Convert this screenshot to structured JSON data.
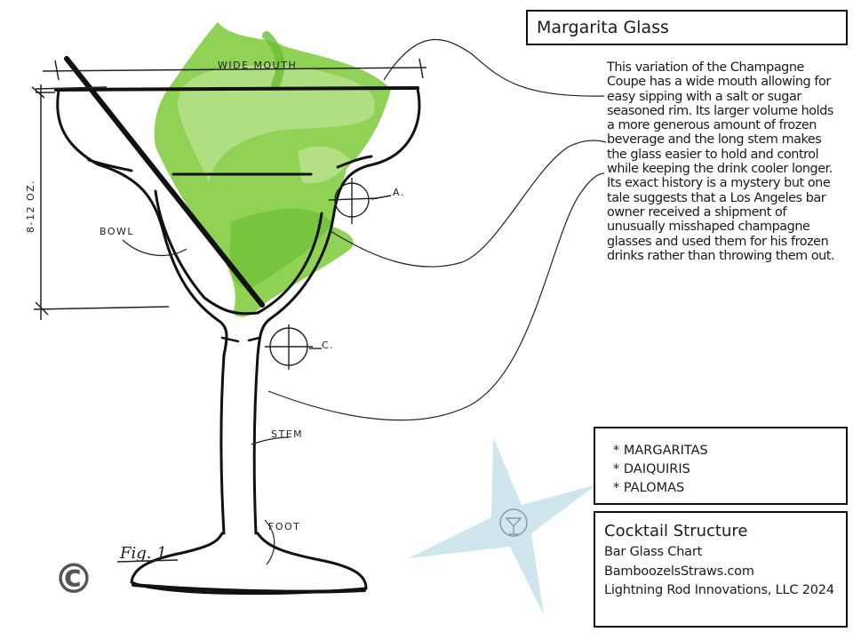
{
  "title": "Margarita Glass",
  "description": "This variation of the Champagne Coupe has a wide mouth allowing for easy sipping with a salt or sugar seasoned rim. Its larger volume holds a more generous amount of frozen beverage and the long stem makes the glass easier to hold and control while keeping the drink cooler longer. Its exact history is a mystery but one tale suggests that a Los Angeles bar owner received a shipment of unusually misshaped champagne glasses and used them for his frozen drinks rather than throwing them out.",
  "sketch": {
    "wide_mouth": "WIDE MOUTH",
    "volume": "8-12 OZ.",
    "bowl": "BOWL",
    "stem": "STEM",
    "foot": "FOOT",
    "marker_a": "A.",
    "marker_c": "C.",
    "fig": "Fig. 1",
    "copyright": "©"
  },
  "drinks": [
    "* MARGARITAS",
    "* DAIQUIRIS",
    "* PALOMAS"
  ],
  "credits": {
    "title": "Cocktail Structure",
    "lines": [
      "Bar Glass Chart",
      "BamboozelsStraws.com",
      "Lightning Rod Innovations, LLC 2024"
    ]
  },
  "colors": {
    "liquid_light": "#b9e08a",
    "liquid_mid": "#8fd256",
    "liquid_dark": "#6cbd35",
    "star": "#cfe6ef",
    "ink": "#111111"
  }
}
